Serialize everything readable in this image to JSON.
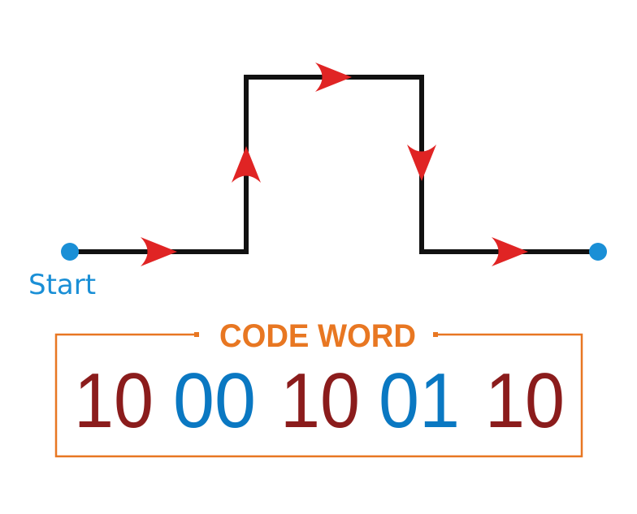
{
  "start_label": "Start",
  "code_word": {
    "title": "CODE WORD",
    "groups": [
      {
        "text": "10",
        "color": "#8b1c1c"
      },
      {
        "text": "00",
        "color": "#0a78c2"
      },
      {
        "text": "10",
        "color": "#8b1c1c"
      },
      {
        "text": "01",
        "color": "#0a78c2"
      },
      {
        "text": "10",
        "color": "#8b1c1c"
      }
    ]
  },
  "colors": {
    "path": "#111111",
    "arrow": "#e02424",
    "endpoint": "#1a8fd6",
    "frame": "#e87722"
  }
}
